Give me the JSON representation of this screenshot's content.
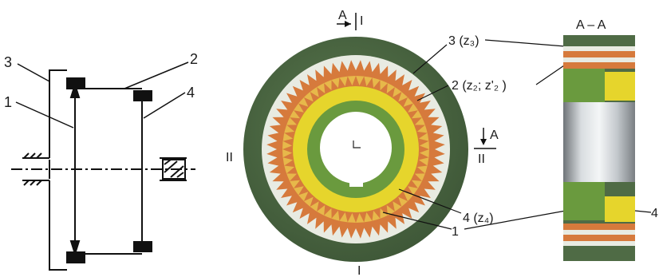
{
  "schematic": {
    "labels": {
      "gear3": "3",
      "gear2": "2",
      "gear1": "1",
      "gear4": "4"
    }
  },
  "front_view": {
    "section_marker_top": "A",
    "section_mark_top": "I",
    "section_mark_bottom": "I",
    "section_mark_left": "II",
    "section_mark_right": "II",
    "section_marker_right": "A",
    "callout_3": "3 (z₃)",
    "callout_2": "2 (z₂; z'₂ )",
    "callout_4": "4 (z₄)",
    "callout_1": "1"
  },
  "section_view": {
    "title": "A – A",
    "callout_4": "4"
  },
  "colors": {
    "outer_ring": "#4f6b45",
    "outer_ring_light": "#6a8a5b",
    "white_teeth": "#e8ebe2",
    "orange_ring": "#d67a3c",
    "yellow": "#e6d52c",
    "green_inner": "#6a9a3e",
    "metal": "#b8bcc0"
  }
}
